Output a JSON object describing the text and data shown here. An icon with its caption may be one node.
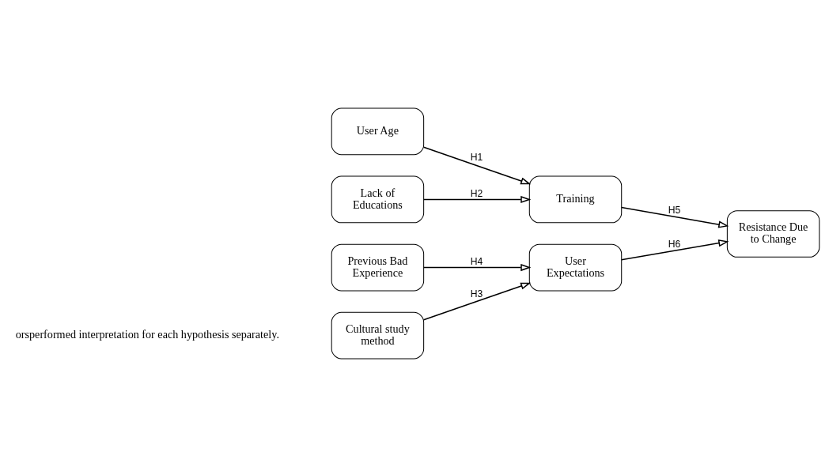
{
  "diagram": {
    "nodes": [
      {
        "text": [
          "User Age"
        ]
      },
      {
        "text": [
          "Lack of Educations"
        ]
      },
      {
        "text": [
          "Cultural study method"
        ]
      },
      {
        "text": [
          "Previous Bad Experience"
        ]
      },
      {
        "text": [
          "Training"
        ]
      },
      {
        "text": [
          "User Expectations"
        ]
      },
      {
        "text": [
          "Resistance Due to Change"
        ]
      }
    ],
    "edges": [
      {
        "from": 0,
        "to": 4,
        "arrow": "to",
        "label": "H1"
      },
      {
        "from": 1,
        "to": 4,
        "arrow": "to",
        "label": "H2"
      },
      {
        "from": 2,
        "to": 5,
        "arrow": "to",
        "label": "H3"
      },
      {
        "from": 3,
        "to": 5,
        "arrow": "to",
        "label": "H4"
      },
      {
        "from": 4,
        "to": 6,
        "arrow": "to",
        "label": "H5"
      },
      {
        "from": 5,
        "to": 6,
        "arrow": "to",
        "label": "H6"
      }
    ],
    "labels": [
      "orsperformed interpretation for each hypothesis separately."
    ]
  }
}
